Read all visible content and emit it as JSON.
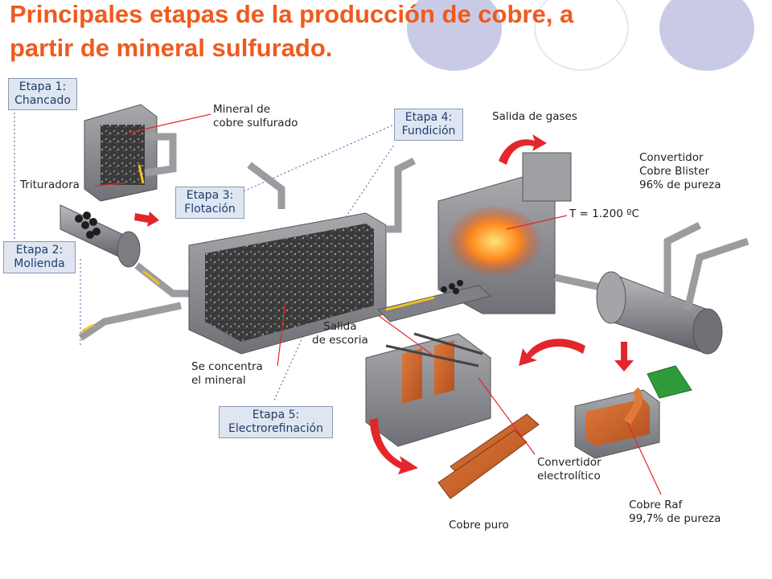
{
  "title": {
    "line1": "Principales etapas de la producción de cobre, a",
    "line2": "partir de mineral sulfurado."
  },
  "colors": {
    "title": "#f05a1e",
    "deco_circle": "#c9cbe6",
    "deco_circle_light": "#e6e7f3",
    "stage_text": "#1f3d6b",
    "arrow_red": "#e3262b",
    "tank_gray": "#8d8f94",
    "copper": "#c8602a",
    "fire": "#ff7a1a",
    "pipe_gray": "#9a9ca0",
    "green_ladle": "#2f9b3a"
  },
  "stages": {
    "s1": {
      "line1": "Etapa 1:",
      "line2": "Chancado"
    },
    "s2": {
      "line1": "Etapa 2:",
      "line2": "Molienda"
    },
    "s3": {
      "line1": "Etapa 3:",
      "line2": "Flotación"
    },
    "s4": {
      "line1": "Etapa 4:",
      "line2": "Fundición"
    },
    "s5": {
      "line1": "Etapa 5:",
      "line2": "Electrorefinación"
    }
  },
  "labels": {
    "mineral": {
      "line1": "Mineral de",
      "line2": "cobre sulfurado"
    },
    "trituradora": "Trituradora",
    "salida_gases": "Salida de gases",
    "convertidor_blister": {
      "line1": "Convertidor",
      "line2": "Cobre Blister",
      "line3": "96% de pureza"
    },
    "temperatura": "T = 1.200 ºC",
    "salida_escoria": {
      "line1": "Salida",
      "line2": "de escoria"
    },
    "se_concentra": {
      "line1": "Se concentra",
      "line2": "el mineral"
    },
    "convertidor_electrolitico": {
      "line1": "Convertidor",
      "line2": "electrolítico"
    },
    "cobre_puro": "Cobre puro",
    "cobre_raf": {
      "line1": "Cobre Raf",
      "line2": "99,7% de pureza"
    }
  }
}
